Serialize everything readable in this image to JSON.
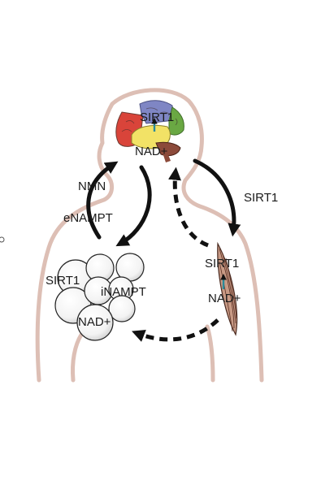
{
  "labels": {
    "brain_sirt1": "SIRT1",
    "brain_nad": "NAD+",
    "nmn": "NMN",
    "enampt": "eNAMPT",
    "sirt1_side": "SIRT1",
    "fat_sirt1": "SIRT1",
    "fat_inampt": "iNAMPT",
    "fat_nad": "NAD+",
    "muscle_sirt1": "SIRT1",
    "muscle_nad": "NAD+"
  },
  "colors": {
    "body_outline": "#ddbfb5",
    "arrow": "#111111",
    "up_arrow": "#2a8a9a"
  }
}
